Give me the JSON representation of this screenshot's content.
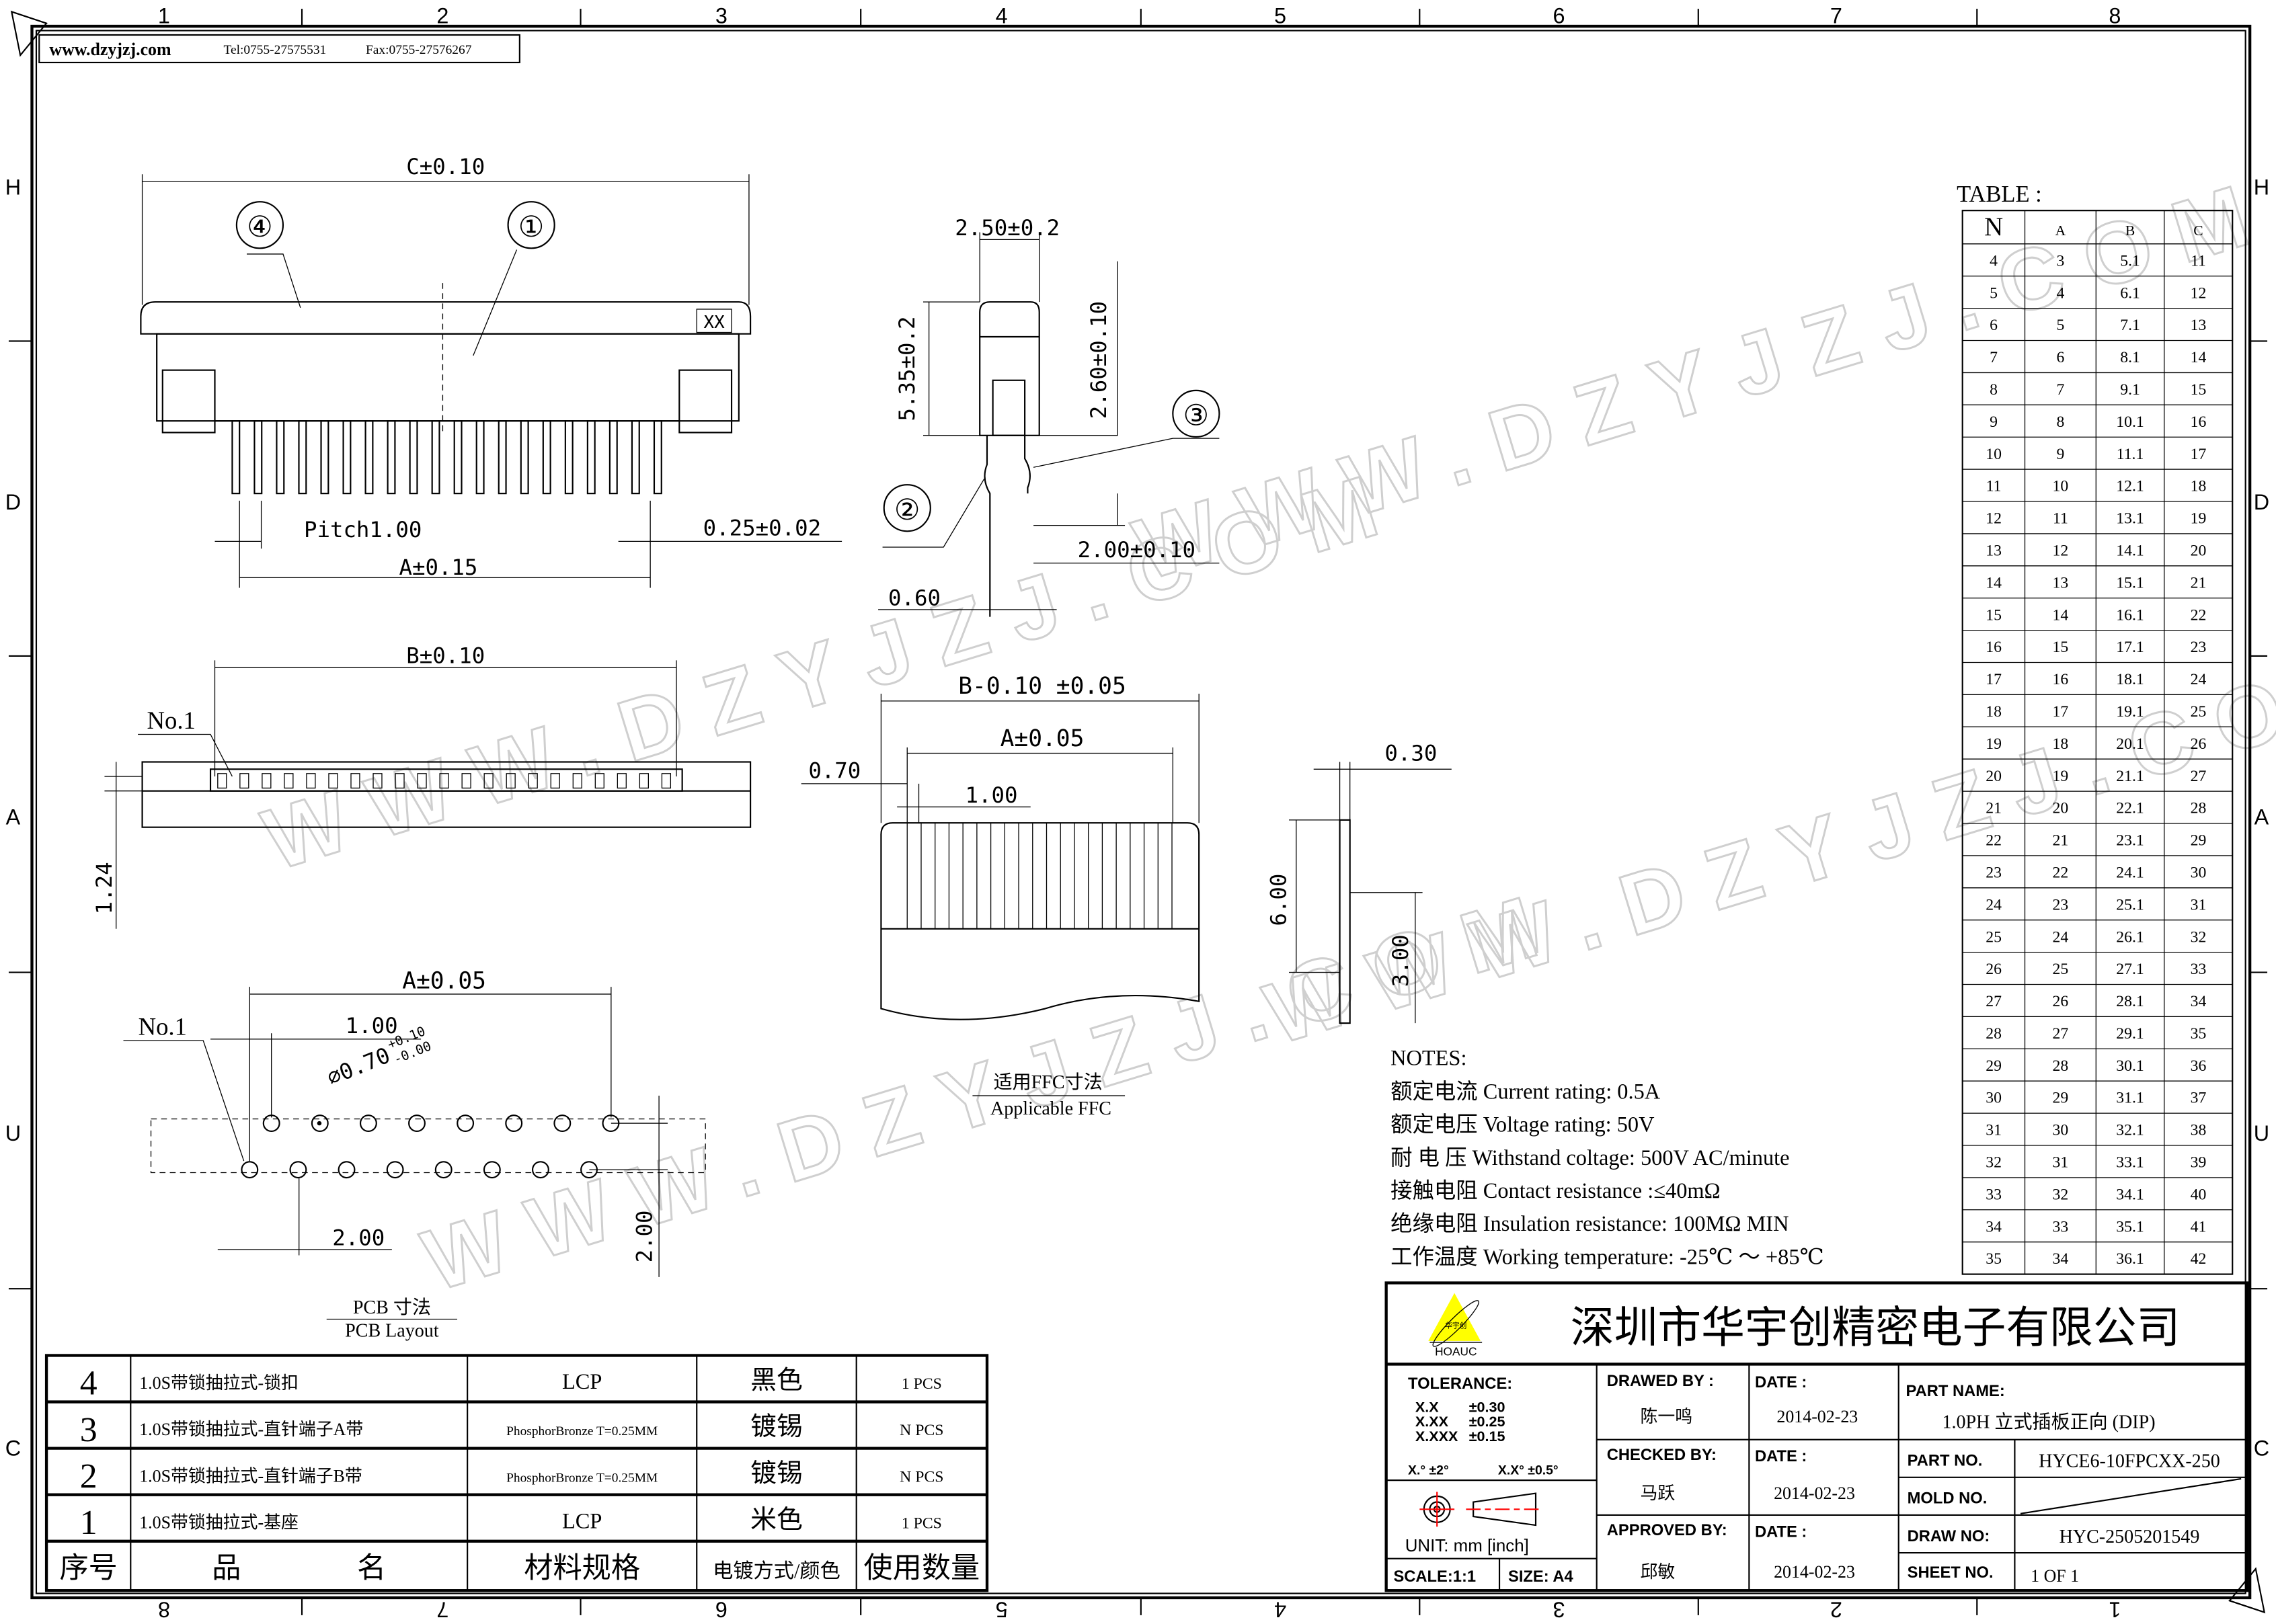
{
  "header": {
    "website": "www.dzyjzj.com",
    "tel": "Tel:0755-27575531",
    "fax": "Fax:0755-27576267"
  },
  "frame": {
    "col_labels_top": [
      "1",
      "2",
      "3",
      "4",
      "5",
      "6",
      "7",
      "8"
    ],
    "col_labels_bottom": [
      "8",
      "7",
      "6",
      "5",
      "4",
      "3",
      "2",
      "1"
    ],
    "row_labels": [
      "H",
      "D",
      "A",
      "U",
      "C"
    ]
  },
  "watermark": "WWW.DZYJZJ.COM",
  "top_view": {
    "dim_c": "C±0.10",
    "callout_4": "④",
    "callout_1": "①",
    "marking": "XX",
    "pitch": "Pitch1.00",
    "dim_a": "A±0.15",
    "pin_thickness": "0.25±0.02"
  },
  "side_view": {
    "dim_width": "2.50±0.2",
    "dim_height": "5.35±0.2",
    "dim_upper": "2.60±0.10",
    "callout_3": "③",
    "callout_2": "②",
    "dim_tail": "2.00±0.10",
    "dim_offset": "0.60"
  },
  "front_view": {
    "dim_b": "B±0.10",
    "no1": "No.1",
    "dim_height": "1.24"
  },
  "ffc": {
    "dim_total": "B-0.10 ±0.05",
    "dim_a": "A±0.05",
    "dim_edge": "0.70",
    "dim_pitch": "1.00",
    "caption_cn": "适用FFC寸法",
    "caption_en": "Applicable FFC"
  },
  "pin_detail": {
    "dim_thick": "0.30",
    "dim_total": "6.00",
    "dim_lower": "3.00"
  },
  "pcb": {
    "dim_a": "A±0.05",
    "dim_pitch": "1.00",
    "no1": "No.1",
    "hole_dia": "⌀0.70",
    "hole_tol_plus": "+0.10",
    "hole_tol_minus": "-0.00",
    "dim_row_pitch": "2.00",
    "dim_row_gap": "2.00",
    "caption_cn": "PCB  寸法",
    "caption_en": "PCB Layout"
  },
  "notes": {
    "title": "NOTES:",
    "items": [
      "额定电流 Current rating: 0.5A",
      "额定电压 Voltage rating: 50V",
      "耐 电 压 Withstand coltage: 500V AC/minute",
      "接触电阻 Contact resistance :≤40mΩ",
      "绝缘电阻 Insulation resistance: 100MΩ MIN",
      "工作温度 Working temperature: -25℃ ～ +85℃"
    ]
  },
  "dimension_table": {
    "title": "TABLE :",
    "headers": [
      "N",
      "A",
      "B",
      "C"
    ],
    "rows": [
      [
        "4",
        "3",
        "5.1",
        "11"
      ],
      [
        "5",
        "4",
        "6.1",
        "12"
      ],
      [
        "6",
        "5",
        "7.1",
        "13"
      ],
      [
        "7",
        "6",
        "8.1",
        "14"
      ],
      [
        "8",
        "7",
        "9.1",
        "15"
      ],
      [
        "9",
        "8",
        "10.1",
        "16"
      ],
      [
        "10",
        "9",
        "11.1",
        "17"
      ],
      [
        "11",
        "10",
        "12.1",
        "18"
      ],
      [
        "12",
        "11",
        "13.1",
        "19"
      ],
      [
        "13",
        "12",
        "14.1",
        "20"
      ],
      [
        "14",
        "13",
        "15.1",
        "21"
      ],
      [
        "15",
        "14",
        "16.1",
        "22"
      ],
      [
        "16",
        "15",
        "17.1",
        "23"
      ],
      [
        "17",
        "16",
        "18.1",
        "24"
      ],
      [
        "18",
        "17",
        "19.1",
        "25"
      ],
      [
        "19",
        "18",
        "20.1",
        "26"
      ],
      [
        "20",
        "19",
        "21.1",
        "27"
      ],
      [
        "21",
        "20",
        "22.1",
        "28"
      ],
      [
        "22",
        "21",
        "23.1",
        "29"
      ],
      [
        "23",
        "22",
        "24.1",
        "30"
      ],
      [
        "24",
        "23",
        "25.1",
        "31"
      ],
      [
        "25",
        "24",
        "26.1",
        "32"
      ],
      [
        "26",
        "25",
        "27.1",
        "33"
      ],
      [
        "27",
        "26",
        "28.1",
        "34"
      ],
      [
        "28",
        "27",
        "29.1",
        "35"
      ],
      [
        "29",
        "28",
        "30.1",
        "36"
      ],
      [
        "30",
        "29",
        "31.1",
        "37"
      ],
      [
        "31",
        "30",
        "32.1",
        "38"
      ],
      [
        "32",
        "31",
        "33.1",
        "39"
      ],
      [
        "33",
        "32",
        "34.1",
        "40"
      ],
      [
        "34",
        "33",
        "35.1",
        "41"
      ],
      [
        "35",
        "34",
        "36.1",
        "42"
      ]
    ]
  },
  "bom": {
    "headers": [
      "序号",
      "品　　　　名",
      "材料规格",
      "电镀方式/颜色",
      "使用数量"
    ],
    "rows": [
      [
        "4",
        "1.0S带锁抽拉式-锁扣",
        "LCP",
        "黑色",
        "1 PCS"
      ],
      [
        "3",
        "1.0S带锁抽拉式-直针端子A带",
        "PhosphorBronze T=0.25MM",
        "镀锡",
        "N PCS"
      ],
      [
        "2",
        "1.0S带锁抽拉式-直针端子B带",
        "PhosphorBronze T=0.25MM",
        "镀锡",
        "N PCS"
      ],
      [
        "1",
        "1.0S带锁抽拉式-基座",
        "LCP",
        "米色",
        "1 PCS"
      ]
    ]
  },
  "title_block": {
    "logo_cn": "华宇创",
    "logo_en": "HOAUC",
    "company": "深圳市华宇创精密电子有限公司",
    "tolerance_label": "TOLERANCE:",
    "tolerances": [
      [
        "X.X",
        "±0.30"
      ],
      [
        "X.XX",
        "±0.25"
      ],
      [
        "X.XXX",
        "±0.15"
      ]
    ],
    "angle_tol_1": "X.° ±2°",
    "angle_tol_2": "X.X° ±0.5°",
    "unit": "UNIT:  mm  [inch]",
    "scale": "SCALE:1:1",
    "size": "SIZE:  A4",
    "drawed_by_label": "DRAWED BY :",
    "drawed_by": "陈一鸣",
    "checked_by_label": "CHECKED BY:",
    "checked_by": "马跃",
    "approved_by_label": "APPROVED BY:",
    "approved_by": "邱敏",
    "date_label": "DATE :",
    "drawed_date": "2014-02-23",
    "checked_date": "2014-02-23",
    "approved_date": "2014-02-23",
    "part_name_label": "PART NAME:",
    "part_name": "1.0PH 立式插板正向 (DIP)",
    "part_no_label": "PART NO.",
    "part_no": "HYCE6-10FPCXX-250",
    "mold_no_label": "MOLD NO.",
    "draw_no_label": "DRAW NO:",
    "draw_no": "HYC-2505201549",
    "sheet_no_label": "SHEET NO.",
    "sheet_no": "1 OF 1",
    "logo_color": "#ffff00",
    "symbol_color": "#ff0000"
  }
}
